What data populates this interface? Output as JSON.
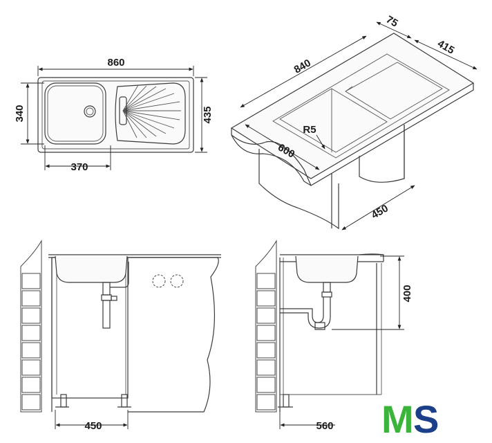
{
  "dimensions": {
    "top_width": "860",
    "top_depth": "435",
    "bowl_depth": "340",
    "bowl_width": "370",
    "iso_length": "840",
    "iso_rim": "75",
    "iso_width": "415",
    "iso_radius": "R5",
    "iso_depth": "600",
    "iso_cabinet": "450",
    "front_cabinet": "450",
    "side_height": "400",
    "side_depth": "560"
  },
  "logo": {
    "letters": "MS",
    "m_color": "#3cb43c",
    "s_color": "#1c3f8a"
  }
}
